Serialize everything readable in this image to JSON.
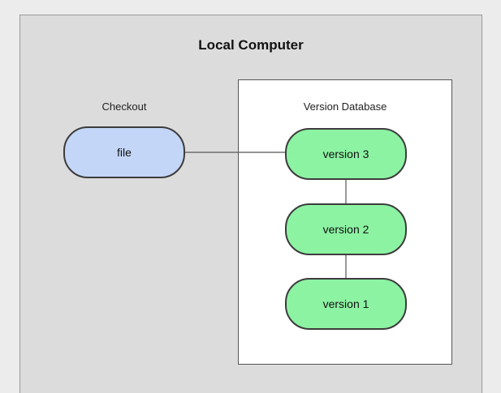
{
  "diagram": {
    "title": "Local Computer",
    "checkout_label": "Checkout",
    "database_label": "Version Database",
    "file_node": "file",
    "versions": [
      "version 3",
      "version 2",
      "version 1"
    ],
    "colors": {
      "file_fill": "#c4d6f7",
      "version_fill": "#8cf3a3",
      "outer_fill": "#dcdcdc",
      "database_fill": "#ffffff"
    }
  }
}
